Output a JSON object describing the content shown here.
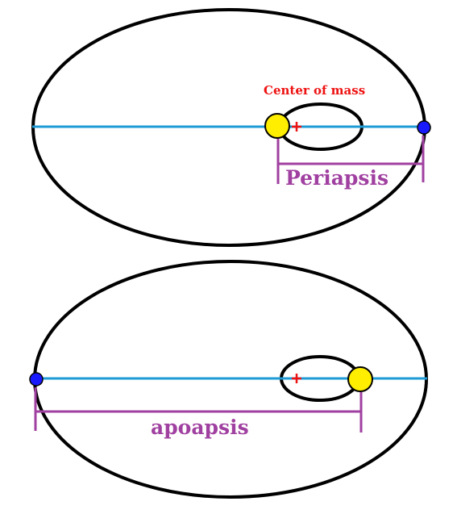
{
  "labels": {
    "center_of_mass": "Center of mass",
    "periapsis": "Periapsis",
    "apoapsis": "apoapsis"
  },
  "colors": {
    "orbit": "#000000",
    "axis": "#1e9bd7",
    "star": "#ffee00",
    "planet": "#1a1aff",
    "com_marker": "#ee1111",
    "com_label": "#ee1111",
    "distance_bracket": "#a040a0",
    "distance_label": "#a040a0"
  },
  "icons": {
    "star": "yellow-circle",
    "planet": "blue-dot",
    "center_of_mass": "red-plus"
  }
}
